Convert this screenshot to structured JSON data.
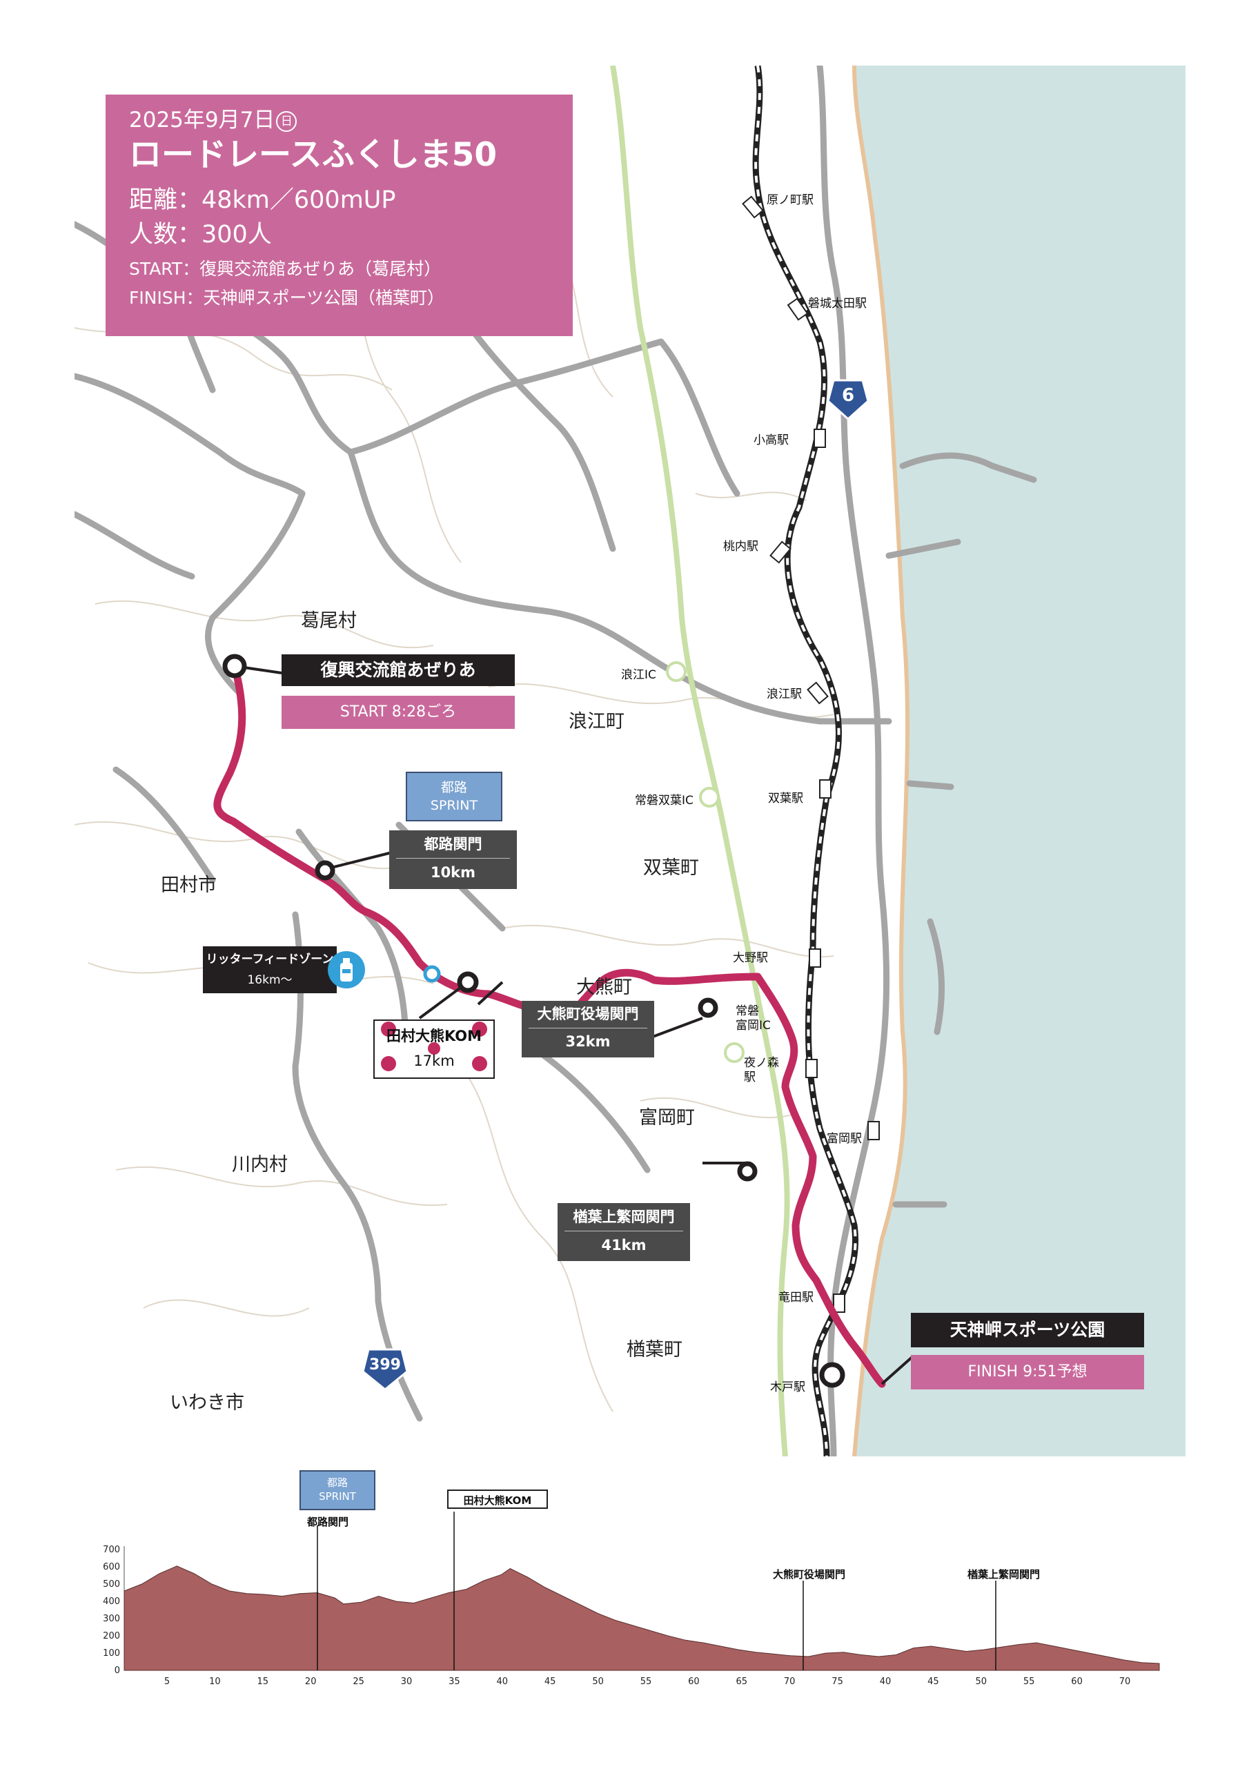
{
  "race": {
    "date": "2025年9月7日",
    "day_mark": "日",
    "title": "ロードレースふくしま50",
    "distance": "距離：48km／600mUP",
    "participants": "人数：300人",
    "start": "START：復興交流館あぜりあ（葛尾村）",
    "finish": "FINISH：天神岬スポーツ公園（楢葉町）"
  },
  "places": {
    "katsurao": "葛尾村",
    "namie": "浪江町",
    "futaba": "双葉町",
    "tamura": "田村市",
    "okuma": "大熊町",
    "tomioka": "富岡町",
    "kawauchi": "川内村",
    "naraha": "楢葉町",
    "iwaki": "いわき市"
  },
  "stations": {
    "haranomachi": "原ノ町駅",
    "iwakiota": "磐城太田駅",
    "odaka": "小高駅",
    "momouchi": "桃内駅",
    "namie_ic": "浪江IC",
    "namie_st": "浪江駅",
    "joban_futaba_ic": "常磐双葉IC",
    "futaba_st": "双葉駅",
    "ono_st": "大野駅",
    "joban_tomioka_ic": "常磐\n富岡IC",
    "yonomori_st": "夜ノ森\n駅",
    "tomioka_st": "富岡駅",
    "tatsuta_st": "竜田駅",
    "kido_st": "木戸駅"
  },
  "roads": {
    "route6": "6",
    "route399": "399"
  },
  "points": {
    "start_name": "復興交流館あぜりあ",
    "start_time": "START  8:28ごろ",
    "finish_name": "天神岬スポーツ公園",
    "finish_time": "FINISH  9:51予想",
    "sprint_tag_line1": "都路",
    "sprint_tag_line2": "SPRINT",
    "miyakoji_gate": "都路関門",
    "miyakoji_km": "10km",
    "feed_zone": "リッターフィードゾーン",
    "feed_km": "16km〜",
    "kom_name": "田村大熊KOM",
    "kom_km": "17km",
    "okuma_gate": "大熊町役場関門",
    "okuma_km": "32km",
    "naraha_gate": "楢葉上繁岡関門",
    "naraha_km": "41km"
  },
  "profile": {
    "sprint_line1": "都路",
    "sprint_line2": "SPRINT",
    "sprint_gate": "都路関門",
    "kom": "田村大熊KOM",
    "okuma_gate": "大熊町役場関門",
    "naraha_gate": "楢葉上繁岡関門"
  },
  "chart_data": {
    "type": "area",
    "yticks": [
      0,
      100,
      200,
      300,
      400,
      500,
      600,
      700
    ],
    "xticks": [
      5,
      10,
      15,
      20,
      25,
      30,
      35,
      40,
      45,
      50,
      55,
      60,
      65,
      70,
      75,
      40,
      45,
      50,
      55,
      60,
      70
    ],
    "x": [
      0,
      2,
      4,
      6,
      8,
      10,
      12,
      14,
      16,
      18,
      20,
      22,
      24,
      25,
      27,
      29,
      31,
      33,
      35,
      37,
      39,
      41,
      43,
      44,
      46,
      48,
      50,
      52,
      54,
      56,
      58,
      60,
      62,
      64,
      66,
      68,
      70,
      72,
      74,
      76,
      78,
      80,
      82,
      84,
      86,
      88,
      90,
      92,
      94,
      96,
      98,
      100,
      102,
      104,
      106,
      108,
      110,
      112,
      114,
      116,
      118
    ],
    "values": [
      460,
      500,
      560,
      605,
      560,
      500,
      460,
      445,
      440,
      430,
      445,
      450,
      420,
      385,
      395,
      430,
      400,
      390,
      420,
      450,
      470,
      520,
      555,
      590,
      540,
      480,
      430,
      380,
      330,
      290,
      260,
      230,
      200,
      175,
      160,
      140,
      120,
      105,
      95,
      85,
      80,
      100,
      105,
      90,
      80,
      90,
      130,
      140,
      125,
      110,
      120,
      135,
      150,
      160,
      140,
      120,
      100,
      80,
      60,
      45,
      40
    ],
    "xlim": [
      0,
      118
    ],
    "ylim": [
      0,
      700
    ],
    "xlabel": "",
    "ylabel": ""
  }
}
